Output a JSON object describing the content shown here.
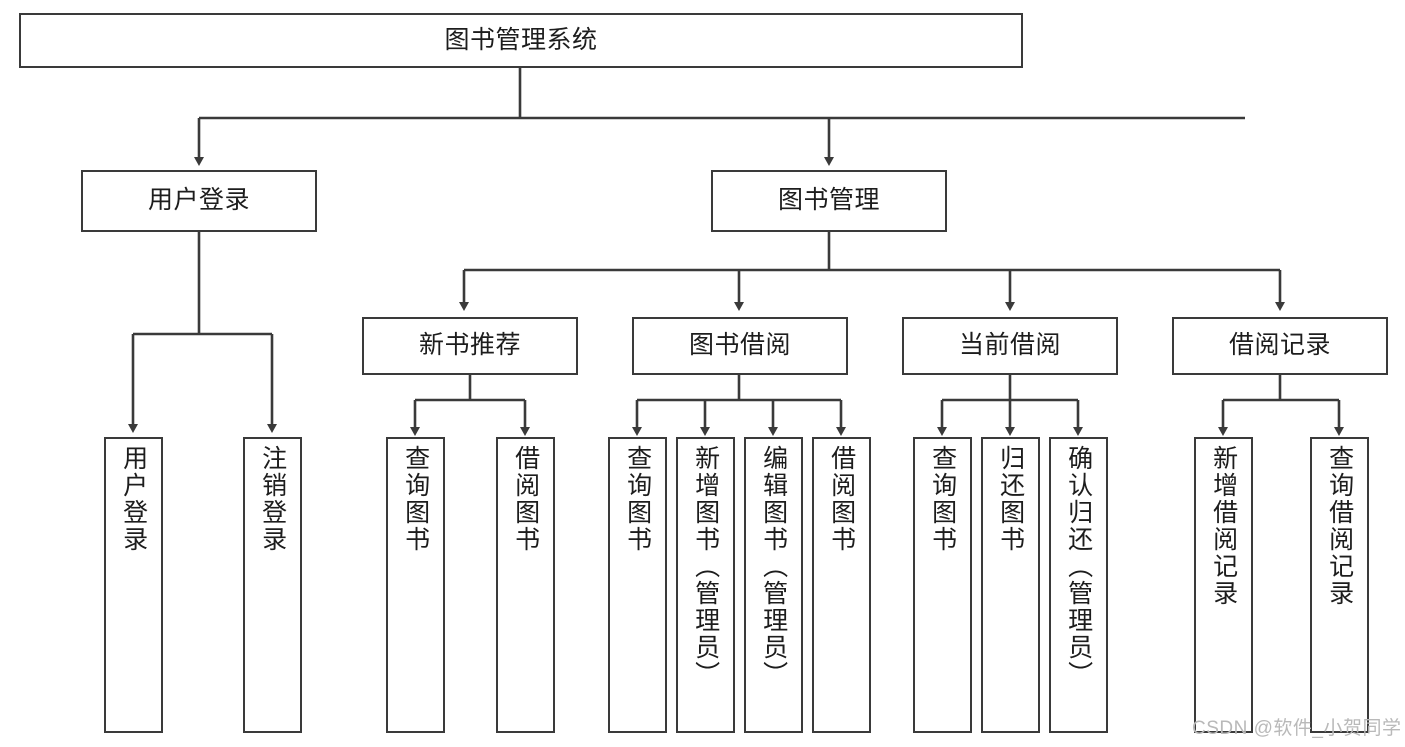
{
  "diagram": {
    "type": "tree-hierarchy",
    "title": "图书管理系统",
    "root": {
      "id": "root",
      "label": "图书管理系统"
    },
    "level2": [
      {
        "id": "user-login",
        "label": "用户登录"
      },
      {
        "id": "book-manage",
        "label": "图书管理"
      }
    ],
    "level3": [
      {
        "id": "new-book-recommend",
        "label": "新书推荐",
        "parent": "book-manage"
      },
      {
        "id": "book-borrow",
        "label": "图书借阅",
        "parent": "book-manage"
      },
      {
        "id": "current-borrow",
        "label": "当前借阅",
        "parent": "book-manage"
      },
      {
        "id": "borrow-record",
        "label": "借阅记录",
        "parent": "book-manage"
      }
    ],
    "leaves": [
      {
        "id": "leaf-user-login",
        "label": "用户登录",
        "parent": "user-login"
      },
      {
        "id": "leaf-user-logout",
        "label": "注销登录",
        "parent": "user-login"
      },
      {
        "id": "leaf-query-book-1",
        "label": "查询图书",
        "parent": "new-book-recommend"
      },
      {
        "id": "leaf-borrow-book-1",
        "label": "借阅图书",
        "parent": "new-book-recommend"
      },
      {
        "id": "leaf-query-book-2",
        "label": "查询图书",
        "parent": "book-borrow"
      },
      {
        "id": "leaf-add-book",
        "label": "新增图书（管理员）",
        "parent": "book-borrow"
      },
      {
        "id": "leaf-edit-book",
        "label": "编辑图书（管理员）",
        "parent": "book-borrow"
      },
      {
        "id": "leaf-borrow-book-2",
        "label": "借阅图书",
        "parent": "book-borrow"
      },
      {
        "id": "leaf-query-book-3",
        "label": "查询图书",
        "parent": "current-borrow"
      },
      {
        "id": "leaf-return-book",
        "label": "归还图书",
        "parent": "current-borrow"
      },
      {
        "id": "leaf-confirm-return",
        "label": "确认归还（管理员）",
        "parent": "current-borrow"
      },
      {
        "id": "leaf-add-record",
        "label": "新增借阅记录",
        "parent": "borrow-record"
      },
      {
        "id": "leaf-query-record",
        "label": "查询借阅记录",
        "parent": "borrow-record"
      }
    ]
  },
  "watermark": {
    "text": "CSDN @软件_小贺同学"
  },
  "colors": {
    "background": "#ffffff",
    "node_border": "#3a3a3a",
    "node_fill": "#ffffff",
    "text": "#1d1d1d",
    "edge": "#3a3a3a",
    "watermark": "#b9b9b9"
  }
}
